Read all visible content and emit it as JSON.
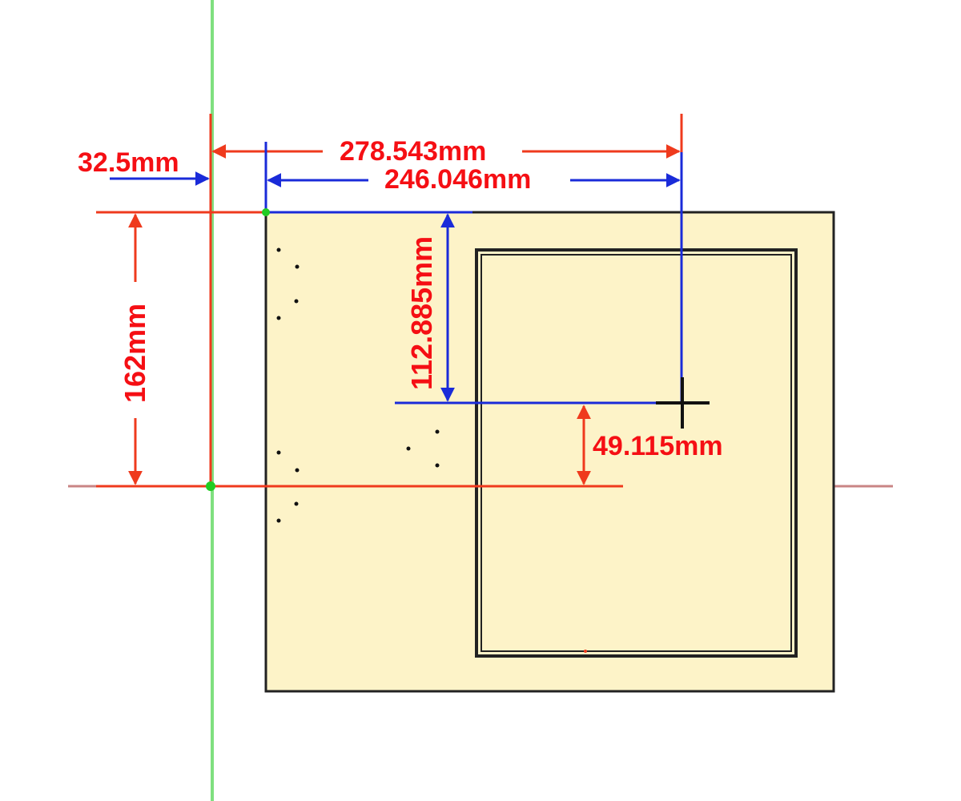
{
  "colors": {
    "background": "#ffffff",
    "panel_fill": "#fdf3c8",
    "panel_stroke": "#222222",
    "dimension_red": "#ef3a1d",
    "label_red": "#f50f14",
    "dimension_blue": "#1a2bd9",
    "guide_green": "#7fe07f",
    "guide_pink": "#c98585",
    "snap_point_green": "#22cc22"
  },
  "dimensions": {
    "offset_left": {
      "label": "32.5mm",
      "value_mm": 32.5,
      "color": "red"
    },
    "total_width": {
      "label": "278.543mm",
      "value_mm": 278.543,
      "color": "red"
    },
    "inner_width": {
      "label": "246.046mm",
      "value_mm": 246.046,
      "color": "blue"
    },
    "total_height": {
      "label": "162mm",
      "value_mm": 162,
      "color": "red"
    },
    "inner_height": {
      "label": "112.885mm",
      "value_mm": 112.885,
      "color": "blue"
    },
    "cursor_offset": {
      "label": "49.115mm",
      "value_mm": 49.115,
      "color": "red"
    }
  },
  "icons": {
    "cursor": "crosshair-cursor-icon",
    "snap_point": "snap-point-icon"
  }
}
